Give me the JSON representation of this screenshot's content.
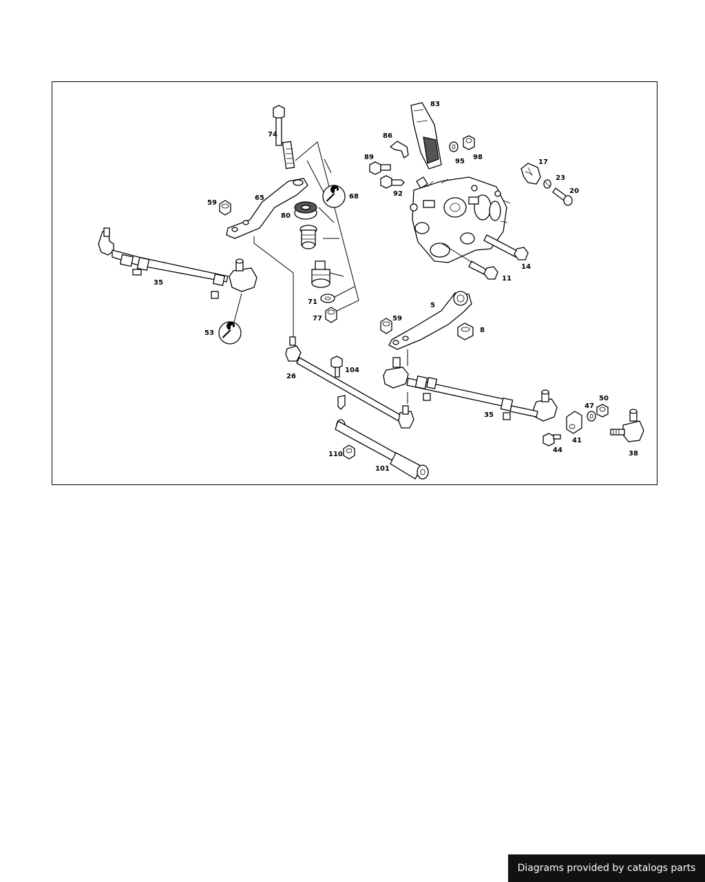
{
  "diagram": {
    "labels": {
      "p5": "5",
      "p8": "8",
      "p11": "11",
      "p14": "14",
      "p17": "17",
      "p20": "20",
      "p23": "23",
      "p26": "26",
      "p35a": "35",
      "p35b": "35",
      "p38": "38",
      "p41": "41",
      "p44": "44",
      "p47": "47",
      "p50": "50",
      "p53": "53",
      "p59a": "59",
      "p59b": "59",
      "p65": "65",
      "p68": "68",
      "p71": "71",
      "p74": "74",
      "p77": "77",
      "p80": "80",
      "p83": "83",
      "p86": "86",
      "p89": "89",
      "p92": "92",
      "p95": "95",
      "p98": "98",
      "p101": "101",
      "p104": "104",
      "p110": "110"
    }
  },
  "footer": {
    "credit": "Diagrams provided by catalogs parts"
  }
}
